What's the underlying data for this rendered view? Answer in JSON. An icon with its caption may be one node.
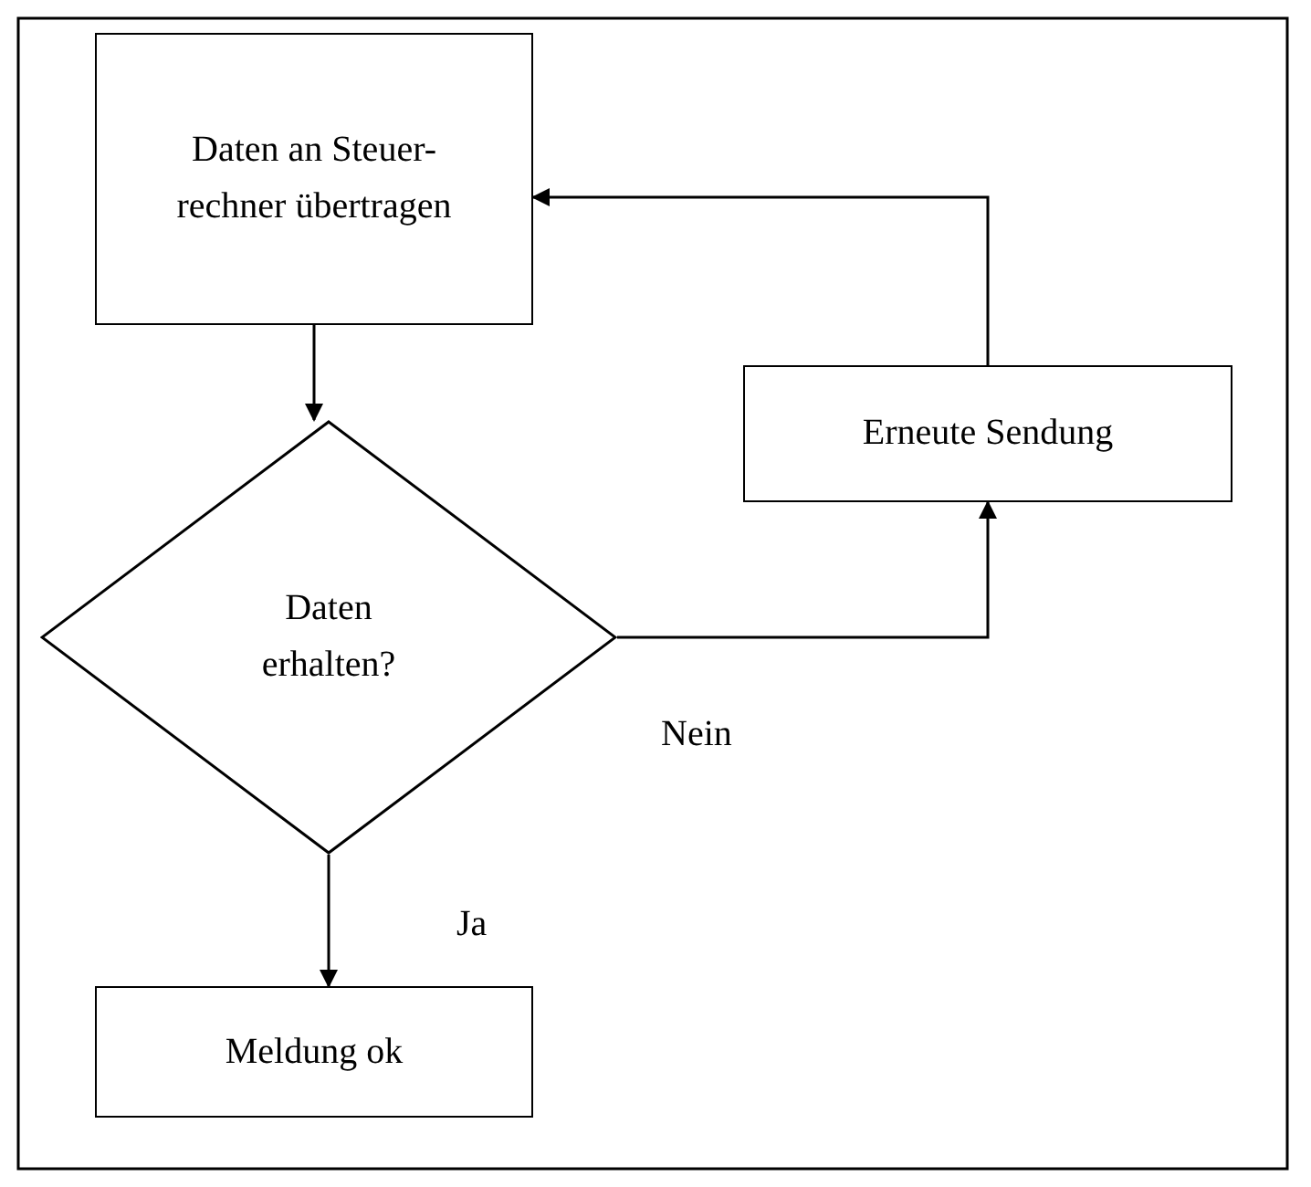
{
  "diagram": {
    "nodes": [
      {
        "text": [
          "Daten an Steuer- rechner übertragen"
        ]
      },
      {
        "text": [
          "Daten erhalten?"
        ]
      },
      {
        "text": [
          "Erneute Sendung"
        ]
      },
      {
        "text": [
          "Meldung ok"
        ]
      }
    ],
    "edges": [
      {
        "from": 0,
        "to": 1,
        "arrow": "to"
      },
      {
        "from": 1,
        "to": 2,
        "arrow": "to",
        "label": "Nein"
      },
      {
        "from": 2,
        "to": 0,
        "arrow": "to"
      },
      {
        "from": 1,
        "to": 3,
        "arrow": "to",
        "label": "Ja"
      }
    ]
  }
}
